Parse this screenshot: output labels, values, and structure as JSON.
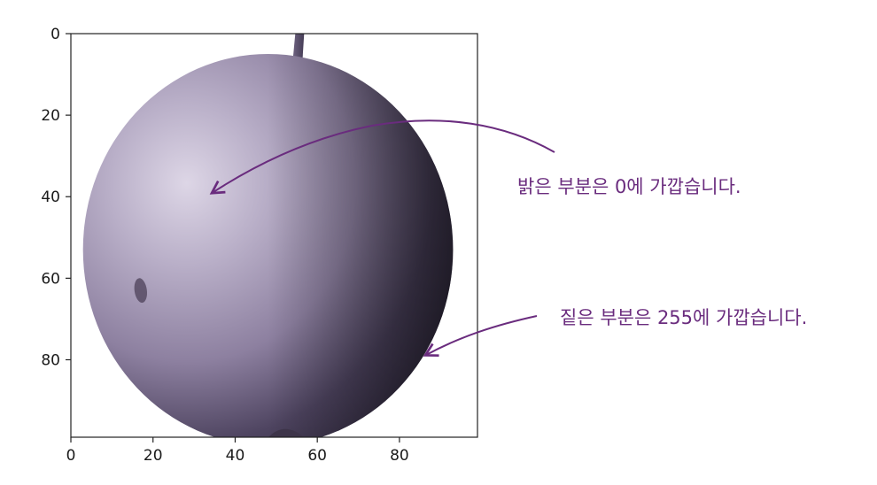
{
  "chart_data": {
    "type": "image",
    "xlim": [
      0,
      99
    ],
    "ylim": [
      99,
      0
    ],
    "x_ticks": [
      0,
      20,
      40,
      60,
      80
    ],
    "y_ticks": [
      0,
      20,
      40,
      60,
      80
    ],
    "grid": false,
    "annotations": [
      {
        "text": "밝은 부분은 0에 가깝습니다.",
        "point": [
          33,
          40
        ]
      },
      {
        "text": "짙은 부분은 255에 가깝습니다.",
        "point": [
          85,
          80
        ]
      }
    ]
  },
  "colors": {
    "annotation": "#6a2c7e",
    "fruit_light": "#d7cfe0",
    "fruit_mid": "#8a7c9c",
    "fruit_dark": "#2e2638"
  }
}
